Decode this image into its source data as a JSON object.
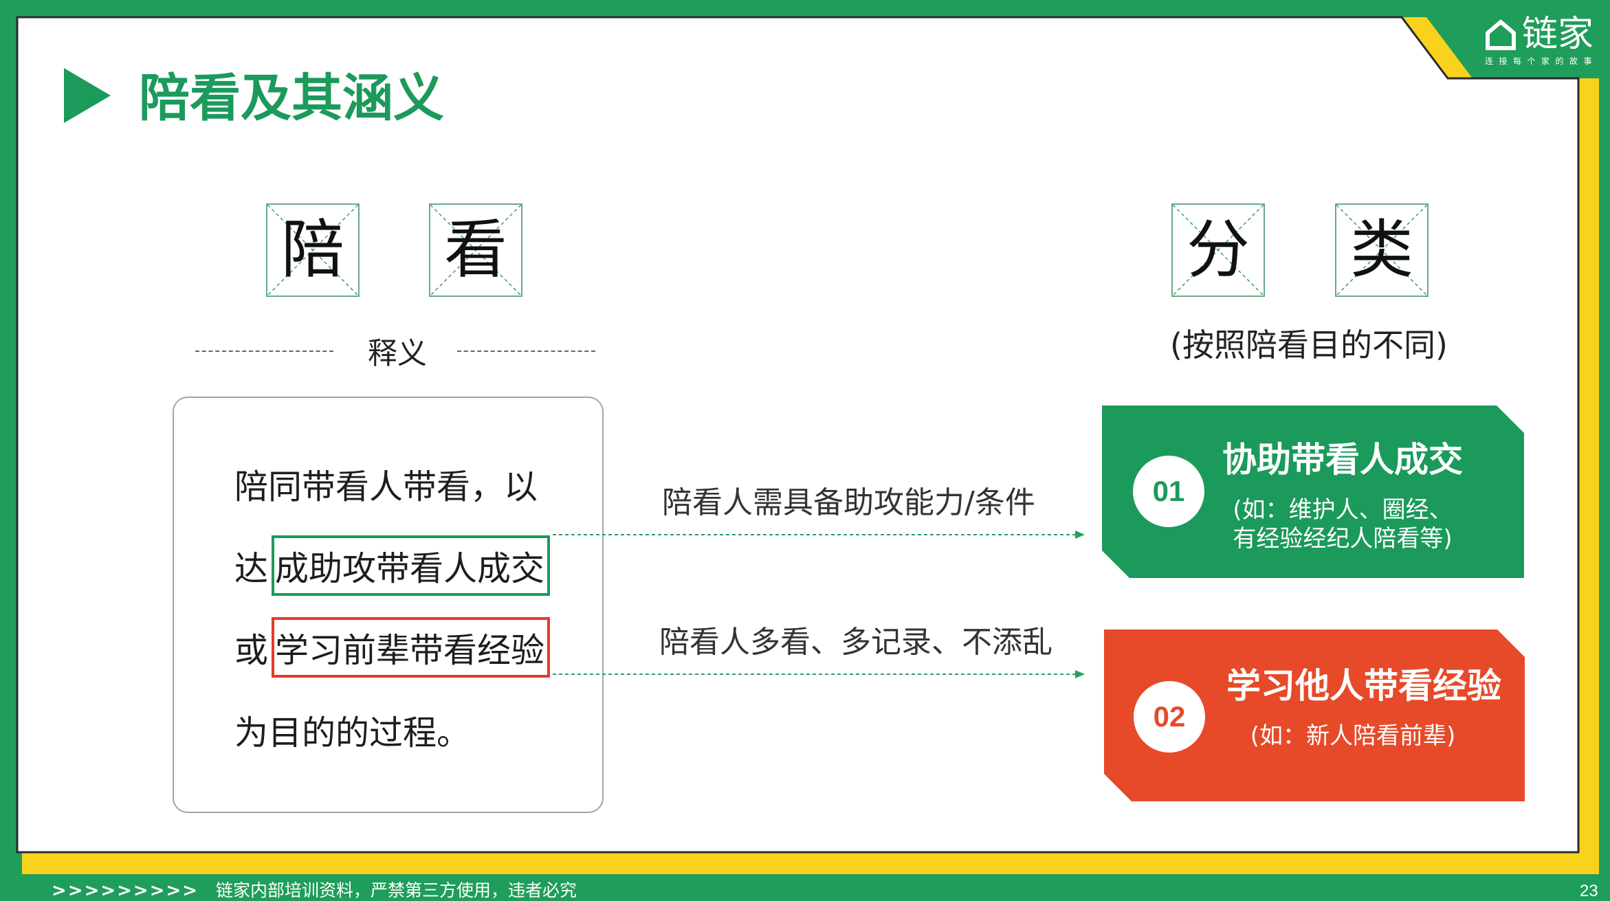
{
  "brand": {
    "name": "链家",
    "slogan": "连接每个家的故事",
    "icon": "house-icon"
  },
  "title": "陪看及其涵义",
  "left": {
    "chars": [
      "陪",
      "看"
    ],
    "caption": "释义",
    "definition": {
      "line1": "陪同带看人带看，以",
      "line2": {
        "prefix": "达",
        "highlight": "成助攻带看人成交"
      },
      "line3": {
        "prefix": "或",
        "highlight": "学习前辈带看经验"
      },
      "line4": "为目的的过程。"
    }
  },
  "arrows": [
    {
      "label": "陪看人需具备助攻能力/条件"
    },
    {
      "label": "陪看人多看、多记录、不添乱"
    }
  ],
  "right": {
    "chars": [
      "分",
      "类"
    ],
    "caption": "(按照陪看目的不同)",
    "categories": [
      {
        "number": "01",
        "title": "协助带看人成交",
        "note_lines": [
          "(如：维护人、圈经、",
          "有经验经纪人陪看等)"
        ]
      },
      {
        "number": "02",
        "title": "学习他人带看经验",
        "note_lines": [
          "(如：新人陪看前辈)"
        ]
      }
    ]
  },
  "footer": {
    "chevrons": ">>>>>>>>>",
    "notice": "链家内部培训资料，严禁第三方使用，违者必究",
    "page_number": "23"
  },
  "colors": {
    "frame_green": "#1f9d5a",
    "frame_yellow": "#f8d21c",
    "brand_green": "#1b9a5b",
    "highlight_red": "#e53a2a",
    "card_red": "#e64a29"
  }
}
